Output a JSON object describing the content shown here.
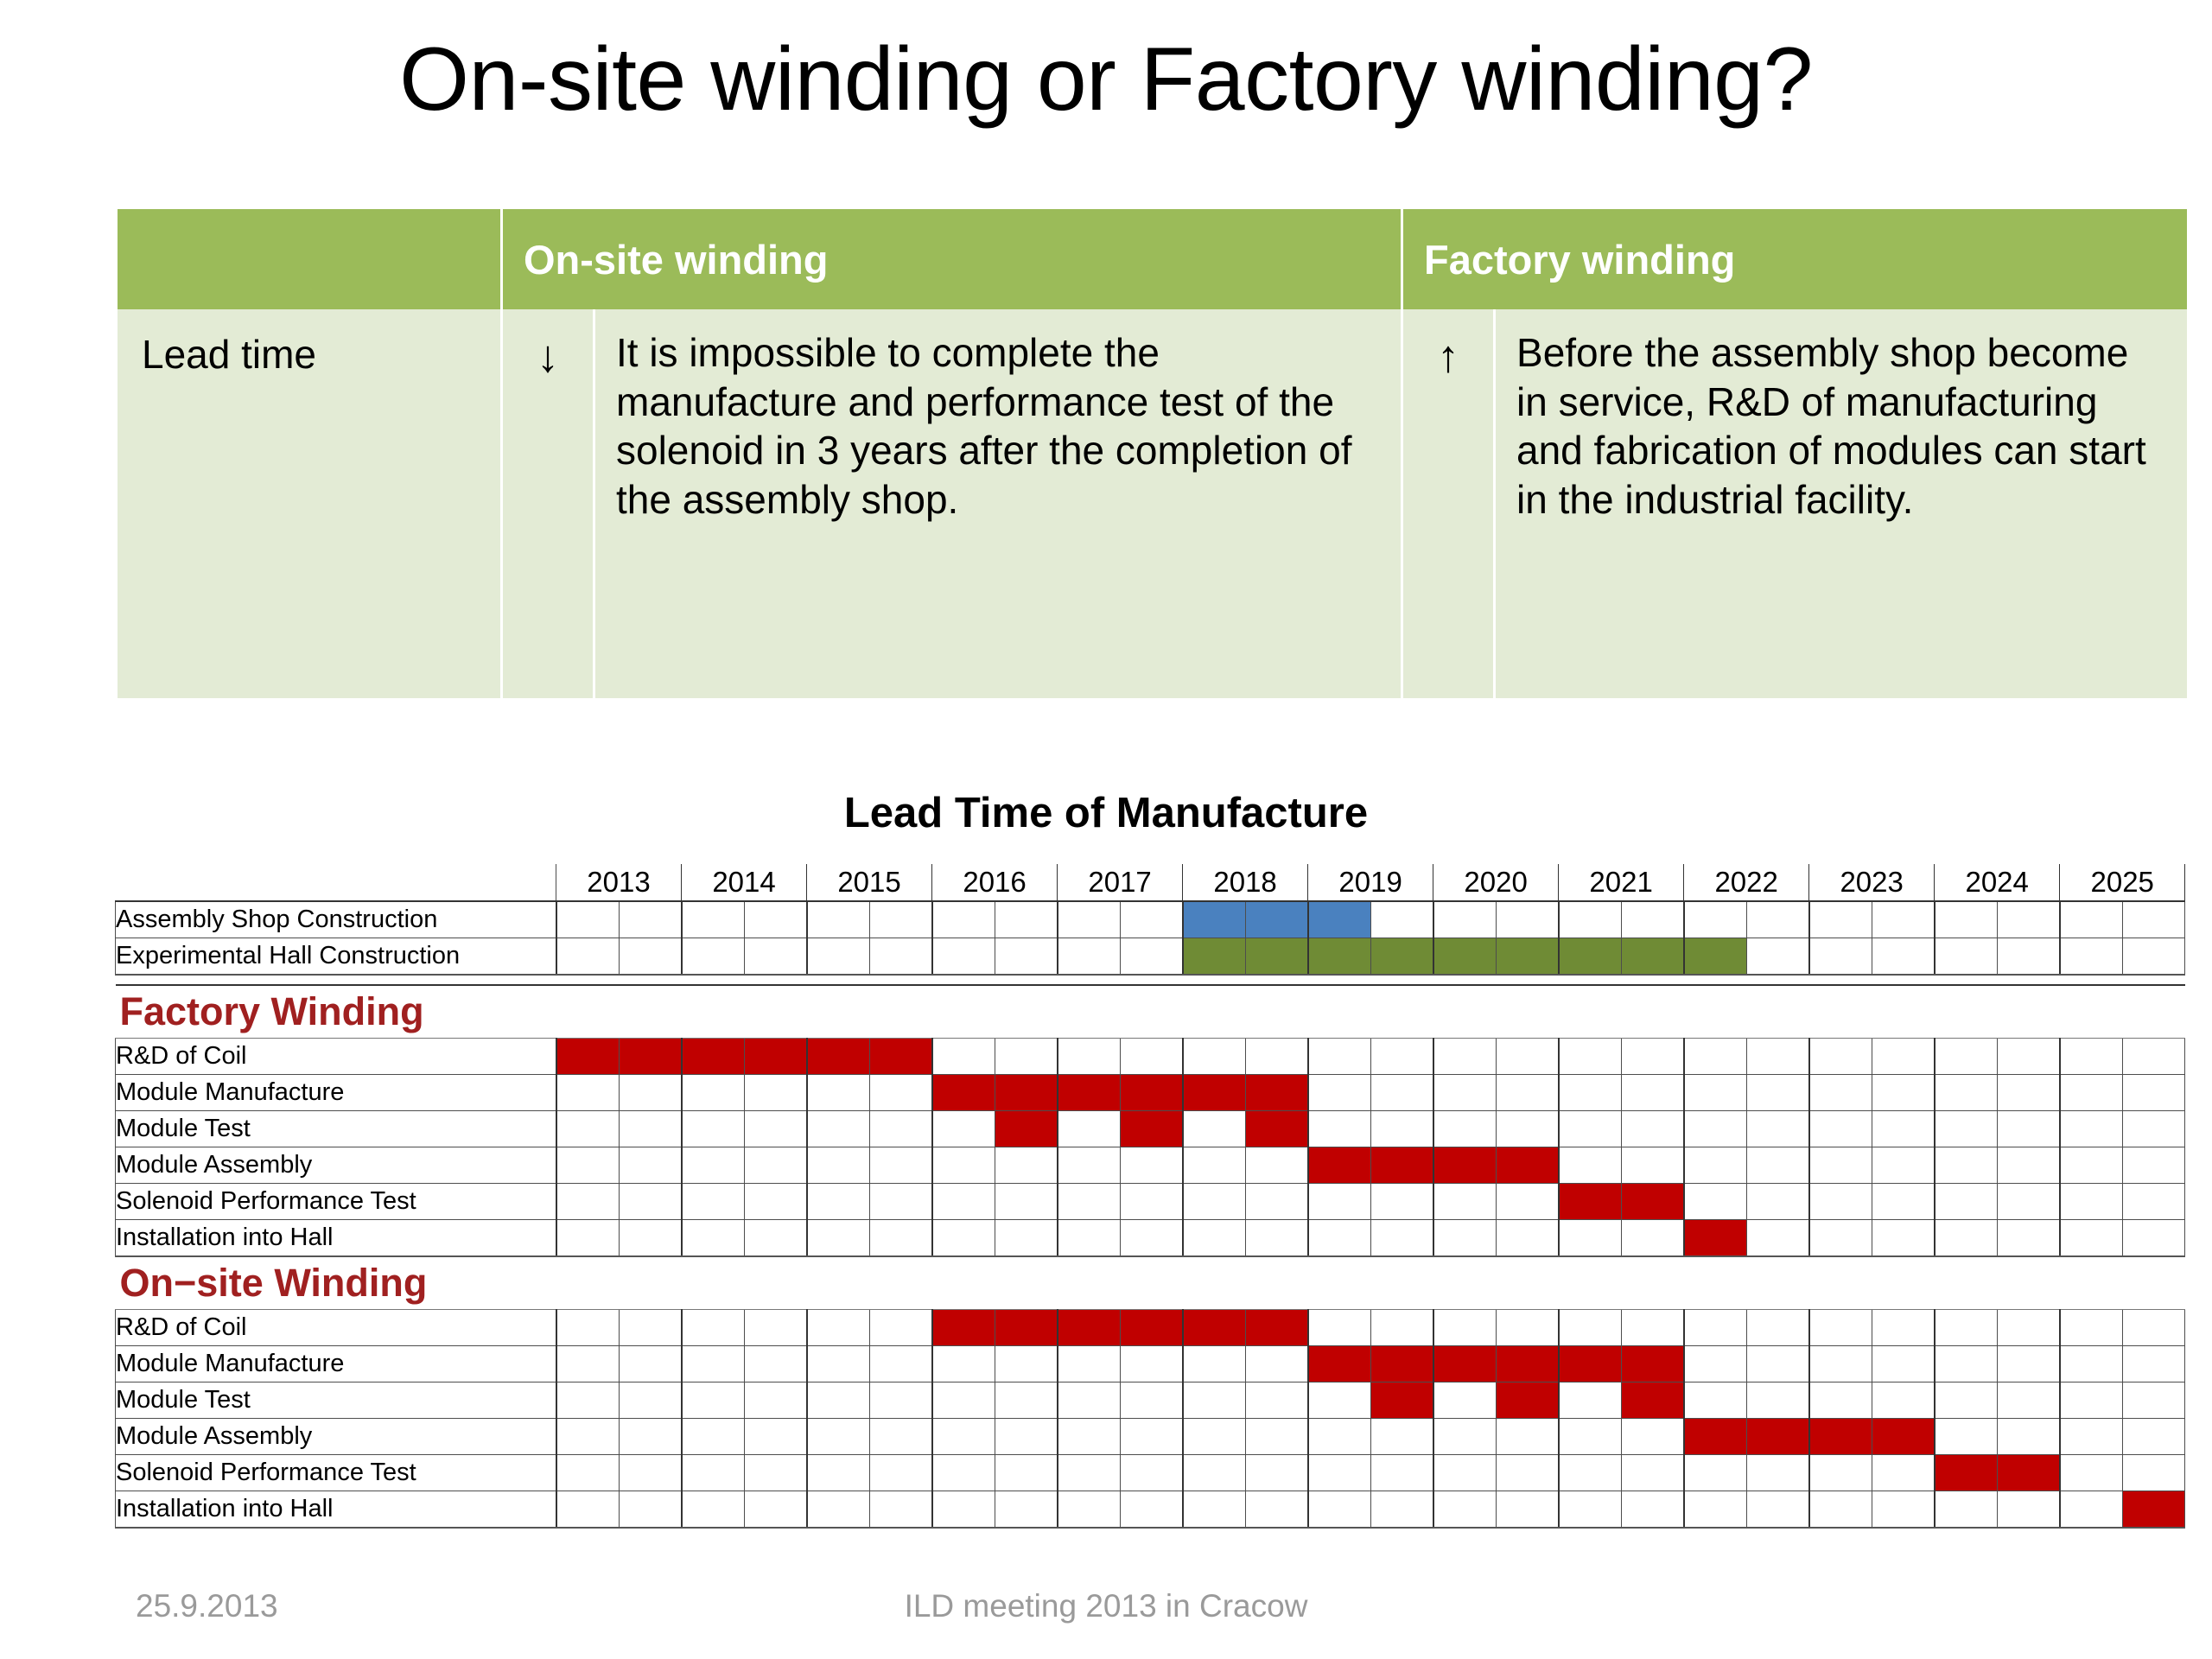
{
  "slide": {
    "title": "On-site winding or Factory winding?"
  },
  "comparison_table": {
    "accent_header_color": "#9bbb59",
    "body_color": "#e3ebd5",
    "headers": [
      "",
      "On-site winding",
      "Factory winding"
    ],
    "rows": [
      {
        "label": "Lead time",
        "onsite_arrow": "↓",
        "onsite_text": "It is impossible to complete the manufacture and performance test of the solenoid in 3 years after the completion of the assembly shop.",
        "factory_arrow": "↑",
        "factory_text": "Before the assembly shop become in service, R&D of manufacturing and fabrication of modules can start in the industrial facility."
      }
    ]
  },
  "chart_data": {
    "type": "bar",
    "title": "Lead Time of Manufacture",
    "xlabel": "",
    "ylabel": "",
    "grid": true,
    "legend_position": "none",
    "time_unit": "half-year",
    "cells_per_category": 2,
    "categories": [
      "2013",
      "2014",
      "2015",
      "2016",
      "2017",
      "2018",
      "2019",
      "2020",
      "2021",
      "2022",
      "2023",
      "2024",
      "2025"
    ],
    "colors": {
      "assembly_shop": "#4a81bf",
      "experimental_hall": "#6f8b35",
      "task": "#c00000",
      "section_heading": "#a02020"
    },
    "sections": [
      {
        "name": "",
        "heading": "",
        "tasks": [
          {
            "name": "Assembly Shop Construction",
            "color": "#4a81bf",
            "cells": [
              10,
              11,
              12
            ],
            "start": "2018 H1",
            "end": "2019 H1"
          },
          {
            "name": "Experimental Hall Construction",
            "color": "#6f8b35",
            "cells": [
              10,
              11,
              12,
              13,
              14,
              15,
              16,
              17,
              18
            ],
            "start": "2018 H1",
            "end": "2022 H1"
          }
        ]
      },
      {
        "name": "factory-winding",
        "heading": "Factory Winding",
        "tasks": [
          {
            "name": "R&D of Coil",
            "color": "#c00000",
            "cells": [
              0,
              1,
              2,
              3,
              4,
              5
            ],
            "start": "2013 H1",
            "end": "2015 H2"
          },
          {
            "name": "Module Manufacture",
            "color": "#c00000",
            "cells": [
              6,
              7,
              8,
              9,
              10,
              11
            ],
            "start": "2016 H1",
            "end": "2018 H2"
          },
          {
            "name": "Module Test",
            "color": "#c00000",
            "cells": [
              7,
              9,
              11
            ],
            "start": "2016 H2",
            "end": "2018 H2"
          },
          {
            "name": "Module Assembly",
            "color": "#c00000",
            "cells": [
              12,
              13,
              14,
              15
            ],
            "start": "2019 H1",
            "end": "2020 H2"
          },
          {
            "name": "Solenoid Performance Test",
            "color": "#c00000",
            "cells": [
              16,
              17
            ],
            "start": "2021 H1",
            "end": "2021 H2"
          },
          {
            "name": "Installation into Hall",
            "color": "#c00000",
            "cells": [
              18
            ],
            "start": "2022 H1",
            "end": "2022 H1"
          }
        ]
      },
      {
        "name": "on-site-winding",
        "heading": "On−site Winding",
        "tasks": [
          {
            "name": "R&D of Coil",
            "color": "#c00000",
            "cells": [
              6,
              7,
              8,
              9,
              10,
              11
            ],
            "start": "2016 H1",
            "end": "2018 H2"
          },
          {
            "name": "Module Manufacture",
            "color": "#c00000",
            "cells": [
              12,
              13,
              14,
              15,
              16,
              17
            ],
            "start": "2019 H1",
            "end": "2021 H2"
          },
          {
            "name": "Module Test",
            "color": "#c00000",
            "cells": [
              13,
              15,
              17
            ],
            "start": "2019 H2",
            "end": "2021 H2"
          },
          {
            "name": "Module Assembly",
            "color": "#c00000",
            "cells": [
              18,
              19,
              20,
              21
            ],
            "start": "2022 H1",
            "end": "2023 H2"
          },
          {
            "name": "Solenoid Performance Test",
            "color": "#c00000",
            "cells": [
              22,
              23
            ],
            "start": "2024 H1",
            "end": "2024 H2"
          },
          {
            "name": "Installation into Hall",
            "color": "#c00000",
            "cells": [
              25
            ],
            "start": "2025 H2",
            "end": "2025 H2"
          }
        ]
      }
    ]
  },
  "footer": {
    "date": "25.9.2013",
    "center": "ILD meeting 2013 in Cracow"
  }
}
